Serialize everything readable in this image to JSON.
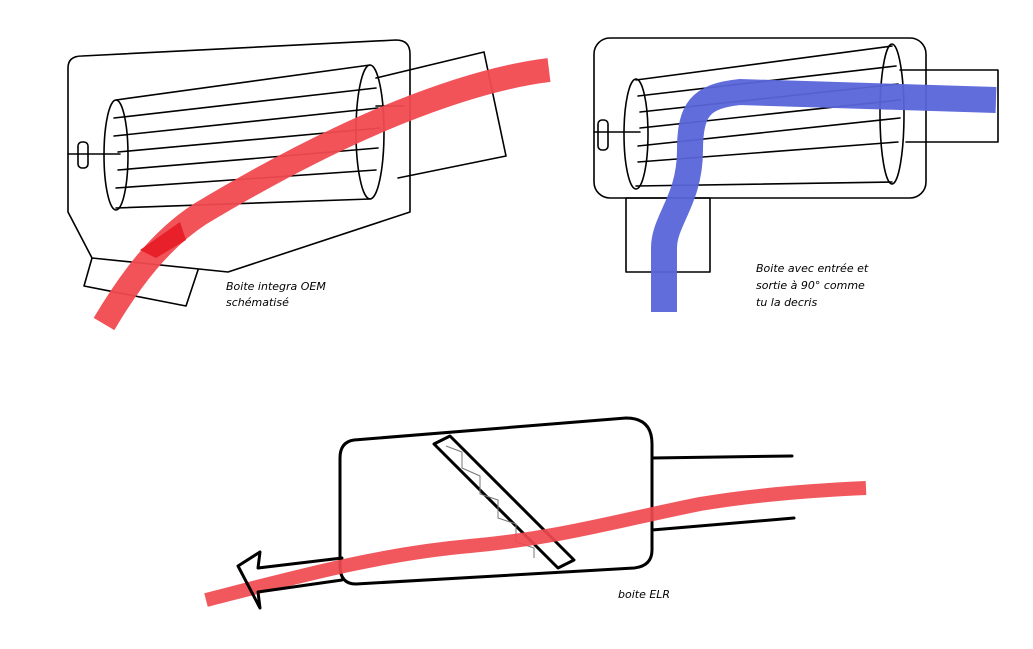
{
  "diagrams": [
    {
      "caption_lines": [
        "Boite integra OEM",
        "schématisé"
      ],
      "flow_color": "#f04a50"
    },
    {
      "caption_lines": [
        "Boite avec entrée et",
        "sortie à 90° comme",
        "tu la decris"
      ],
      "flow_color": "#5865d8"
    },
    {
      "caption_lines": [
        "boite ELR"
      ],
      "flow_color": "#f04a50"
    }
  ]
}
